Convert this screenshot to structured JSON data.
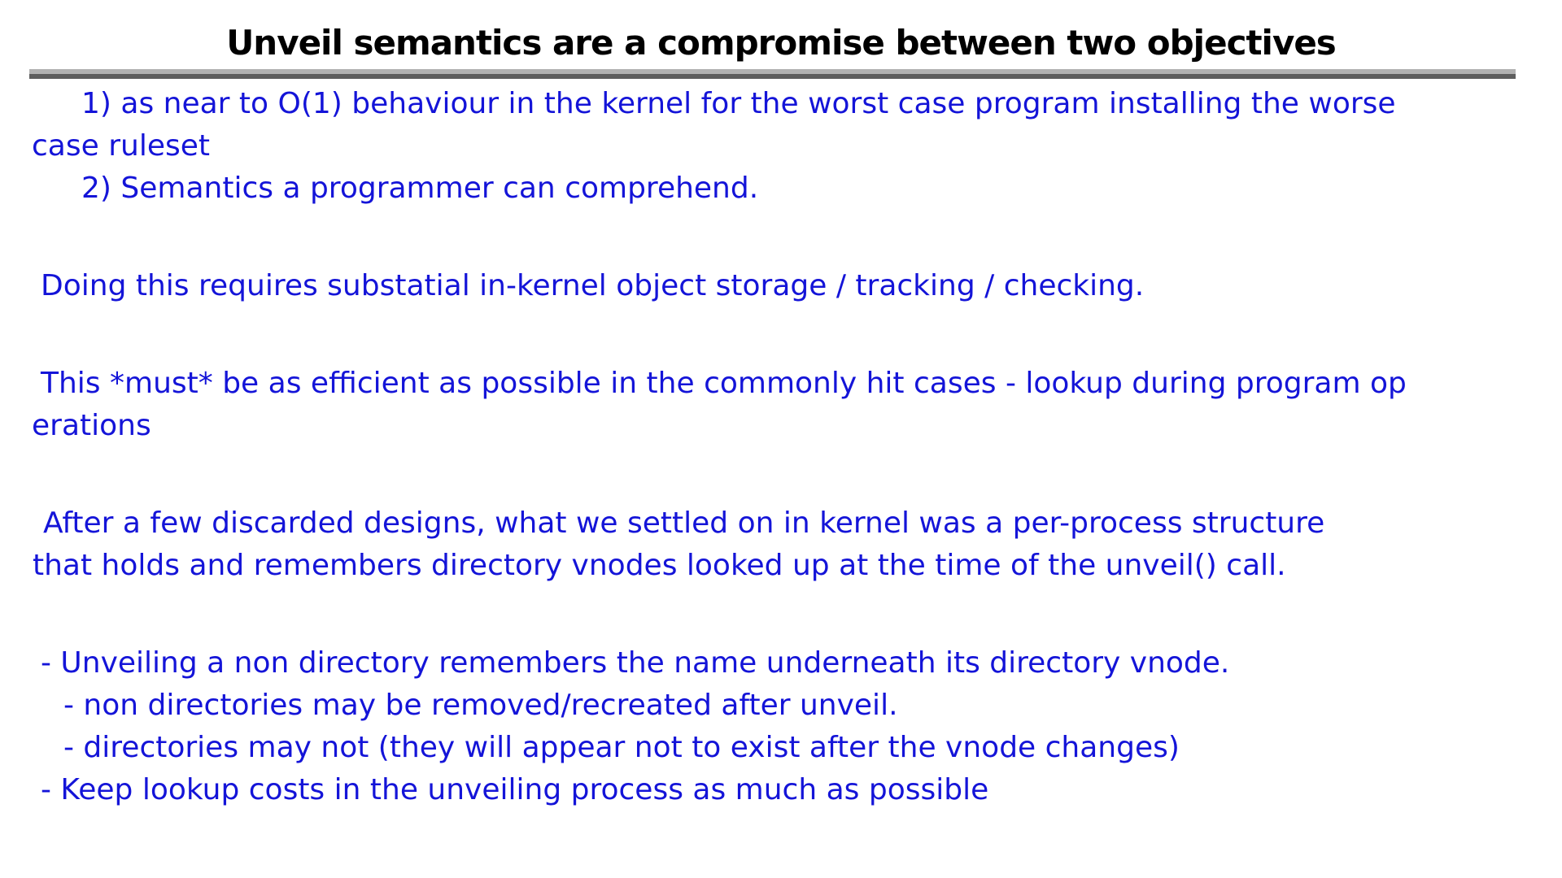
{
  "slide": {
    "title": "Unveil semantics are a compromise between two objectives",
    "colors": {
      "background": "#ffffff",
      "title_black": "#000000",
      "text_blue": "#1414d8",
      "rule_light": "#b2b2b2",
      "rule_dark": "#5e5e5e"
    },
    "body_lines": [
      {
        "indent": 100,
        "text": "1) as near to O(1) behaviour in the kernel for the worst case program installing the worse"
      },
      {
        "indent": 39,
        "text": "case ruleset"
      },
      {
        "indent": 100,
        "text": "2) Semantics a programmer can comprehend."
      },
      {
        "blank": true
      },
      {
        "indent": 50,
        "text": "Doing this requires substatial in-kernel object storage / tracking / checking."
      },
      {
        "blank": true
      },
      {
        "indent": 50,
        "text": "This *must* be as efficient as possible in the commonly hit cases - lookup during program op"
      },
      {
        "indent": 39,
        "text": "erations"
      },
      {
        "blank": true
      },
      {
        "indent": 53,
        "text": "After a few discarded designs, what we settled on in kernel was a per-process structure"
      },
      {
        "indent": 40,
        "text": "that holds and remembers directory vnodes looked up at the time of the unveil() call."
      },
      {
        "blank": true
      },
      {
        "indent": 50,
        "text": "- Unveiling a non directory remembers the name underneath its directory vnode."
      },
      {
        "indent": 78,
        "text": "- non directories may be removed/recreated after unveil."
      },
      {
        "indent": 78,
        "text": "- directories may not (they will appear not to exist after the vnode changes)"
      },
      {
        "indent": 50,
        "text": "- Keep lookup costs in the unveiling process as much as possible"
      }
    ]
  }
}
